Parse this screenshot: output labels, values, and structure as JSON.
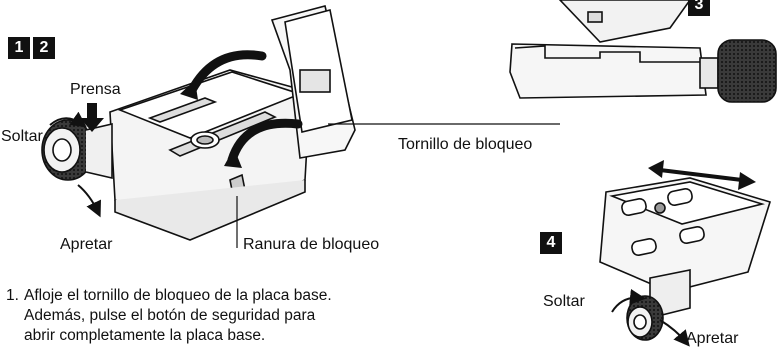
{
  "badges": [
    "1",
    "2",
    "3",
    "4"
  ],
  "labels": {
    "prensa": "Prensa",
    "soltar_left": "Soltar",
    "apretar_left": "Apretar",
    "ranura": "Ranura de bloqueo",
    "tornillo": "Tornillo de bloqueo",
    "soltar_right": "Soltar",
    "apretar_right": "Apretar"
  },
  "instructions": [
    {
      "number": "1.",
      "text": "Afloje el tornillo de bloqueo de la placa base. Además, pulse el botón de seguridad para abrir completamente la placa base."
    }
  ]
}
